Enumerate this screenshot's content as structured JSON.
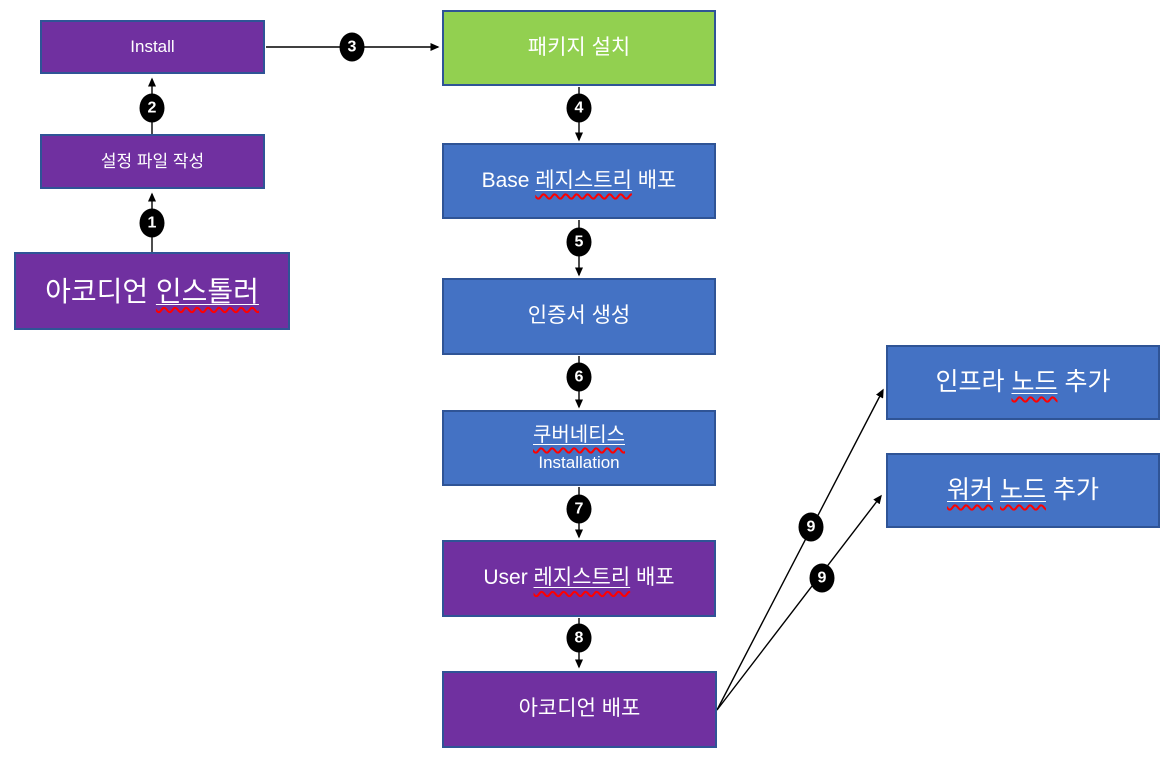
{
  "colors": {
    "box_purple": "#7030A0",
    "box_blue": "#4472C4",
    "box_green": "#92D050",
    "box_border": "#2F5496",
    "arrow": "#000000",
    "badge_bg": "#000000",
    "badge_text": "#FFFFFF",
    "squiggle": "#FF0000",
    "box_text": "#FFFFFF"
  },
  "nodes": {
    "install": {
      "label": "Install"
    },
    "config_file": {
      "label": "설정 파일 작성"
    },
    "accordion_installer": {
      "pre": "아코디언 ",
      "flagged": "인스톨러"
    },
    "package_install": {
      "label": "패키지 설치"
    },
    "base_registry": {
      "pre": "Base ",
      "flagged": "레지스트리",
      "post": " 배포"
    },
    "cert_gen": {
      "label": "인증서 생성"
    },
    "kubernetes": {
      "flagged": "쿠버네티스",
      "line2": "Installation"
    },
    "user_registry": {
      "pre": "User ",
      "flagged": "레지스트리",
      "post": " 배포"
    },
    "accordion_deploy": {
      "label": "아코디언 배포"
    },
    "infra_node": {
      "pre": "인프라 ",
      "flagged": "노드",
      "post": " 추가"
    },
    "worker_node": {
      "flagged_a": "워커",
      "sep": " ",
      "flagged_b": "노드",
      "post": " 추가"
    }
  },
  "badges": {
    "s1": "1",
    "s2": "2",
    "s3": "3",
    "s4": "4",
    "s5": "5",
    "s6": "6",
    "s7": "7",
    "s8": "8",
    "s9a": "9",
    "s9b": "9"
  }
}
